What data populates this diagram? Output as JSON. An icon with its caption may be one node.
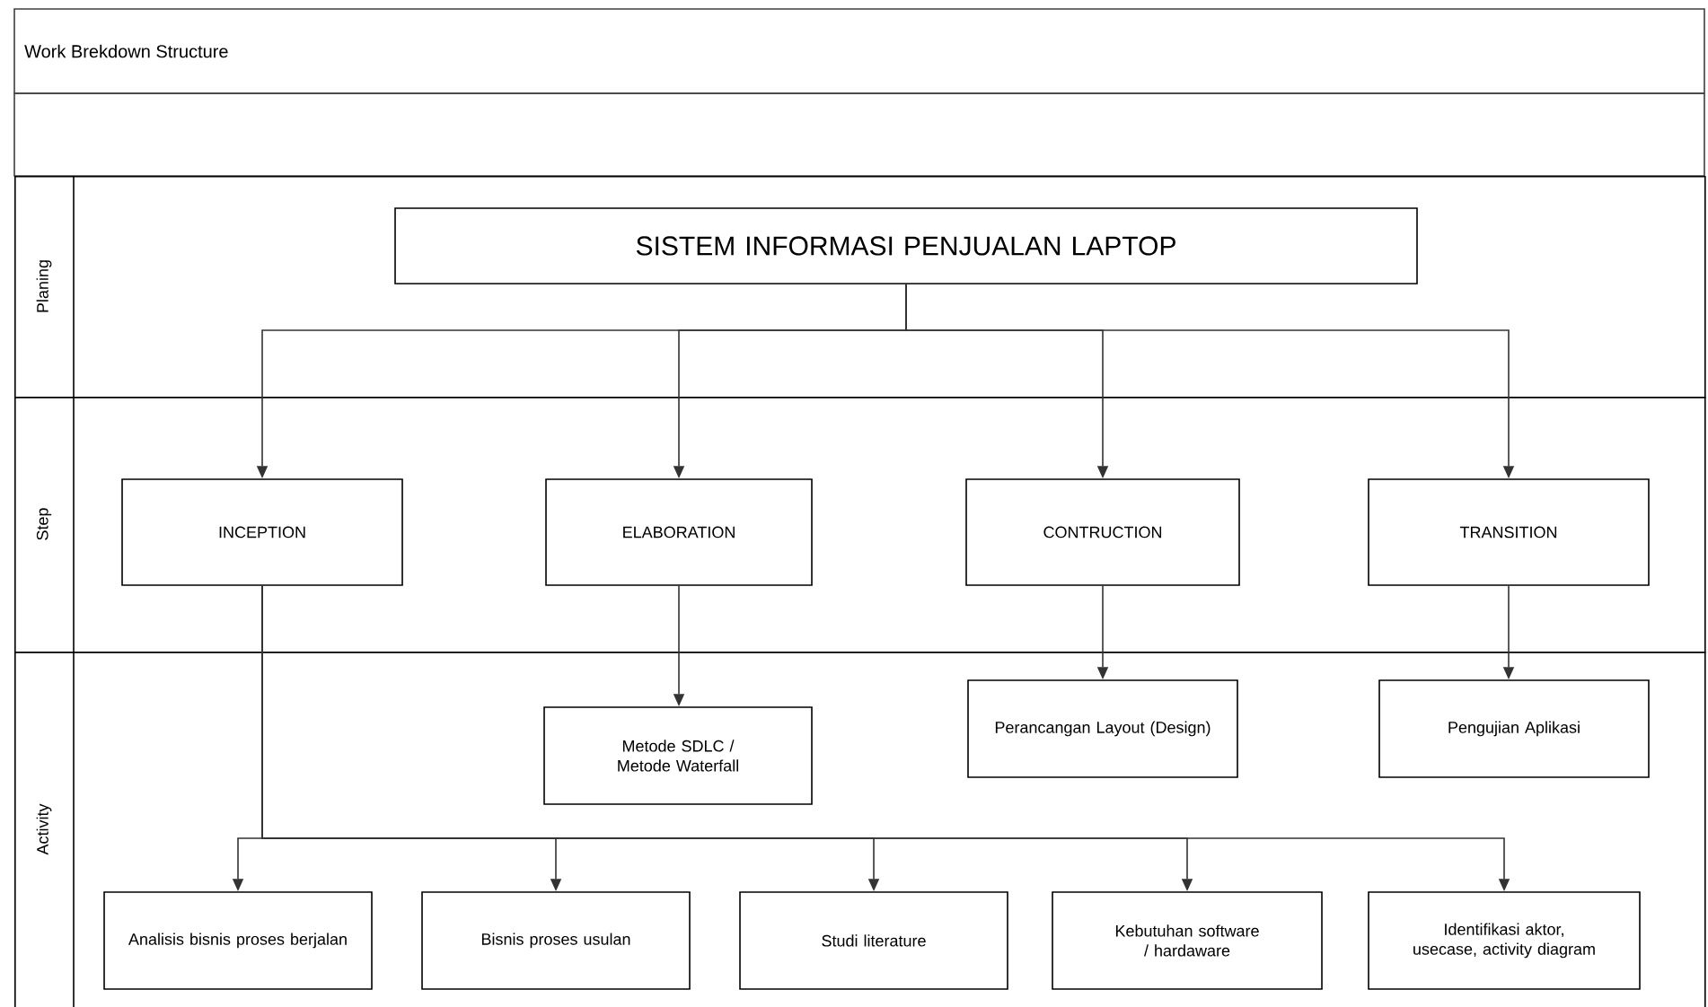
{
  "diagram": {
    "title": "Work Brekdown Structure",
    "nodes": [
      {
        "text": [
          "Planing"
        ]
      },
      {
        "text": [
          "SISTEM INFORMASI PENJUALAN LAPTOP"
        ],
        "in": 0
      },
      {
        "text": [
          "Step"
        ]
      },
      {
        "text": [
          "INCEPTION"
        ],
        "in": 2
      },
      {
        "text": [
          "ELABORATION"
        ],
        "in": 2
      },
      {
        "text": [
          "CONTRUCTION"
        ],
        "in": 2
      },
      {
        "text": [
          "TRANSITION"
        ],
        "in": 2
      },
      {
        "text": [
          "Activity"
        ]
      },
      {
        "text": [
          "Metode SDLC / Metode Waterfall"
        ],
        "in": 7
      },
      {
        "text": [
          "Perancangan Layout (Design)"
        ],
        "in": 7
      },
      {
        "text": [
          "Pengujian Aplikasi"
        ],
        "in": 7
      },
      {
        "text": [
          "Analisis bisnis proses berjalan"
        ],
        "in": 7
      },
      {
        "text": [
          "Bisnis proses usulan"
        ],
        "in": 7
      },
      {
        "text": [
          "Studi literature"
        ],
        "in": 7
      },
      {
        "text": [
          "Kebutuhan software / hardaware"
        ],
        "in": 7
      },
      {
        "text": [
          "Identifikasi aktor, usecase, activity diagram"
        ],
        "in": 7
      }
    ],
    "edges": [
      {
        "from": 1,
        "to": 3,
        "arrow": "to"
      },
      {
        "from": 1,
        "to": 4,
        "arrow": "to"
      },
      {
        "from": 1,
        "to": 5,
        "arrow": "to"
      },
      {
        "from": 1,
        "to": 6,
        "arrow": "to"
      },
      {
        "from": 4,
        "to": 8,
        "arrow": "to"
      },
      {
        "from": 5,
        "to": 9,
        "arrow": "to"
      },
      {
        "from": 6,
        "to": 10,
        "arrow": "to"
      },
      {
        "from": 3,
        "to": 11,
        "arrow": "to"
      },
      {
        "from": 3,
        "to": 12,
        "arrow": "to"
      },
      {
        "from": 3,
        "to": 13,
        "arrow": "to"
      },
      {
        "from": 3,
        "to": 14,
        "arrow": "to"
      },
      {
        "from": 3,
        "to": 15,
        "arrow": "to"
      }
    ]
  }
}
